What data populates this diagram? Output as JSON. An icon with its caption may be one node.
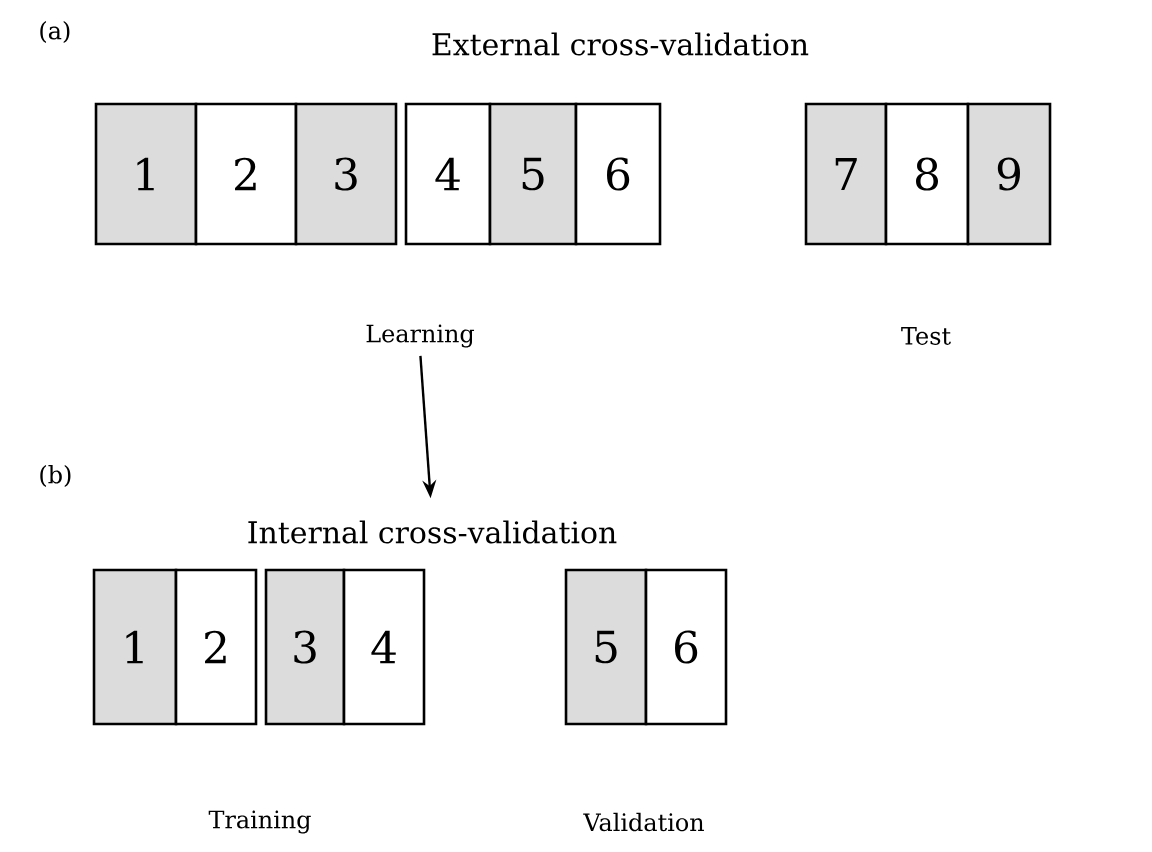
{
  "diagram": {
    "nodes": [
      {
        "text": [
          "1"
        ]
      },
      {
        "text": [
          "2"
        ]
      },
      {
        "text": [
          "3"
        ]
      },
      {
        "text": [
          "4"
        ]
      },
      {
        "text": [
          "5"
        ]
      },
      {
        "text": [
          "6"
        ]
      },
      {
        "text": [
          "7"
        ]
      },
      {
        "text": [
          "8"
        ]
      },
      {
        "text": [
          "9"
        ]
      },
      {
        "text": [
          "Learning"
        ]
      },
      {
        "text": [
          "Internal cross-validation"
        ]
      },
      {
        "text": [
          "1"
        ]
      },
      {
        "text": [
          "2"
        ]
      },
      {
        "text": [
          "3"
        ]
      },
      {
        "text": [
          "4"
        ]
      },
      {
        "text": [
          "5"
        ]
      },
      {
        "text": [
          "6"
        ]
      }
    ],
    "edges": [
      {
        "from": 9,
        "to": 10,
        "arrow": "to"
      }
    ],
    "labels": [
      "(a)",
      "External cross-validation",
      "Test",
      "(b)",
      "Training",
      "Validation"
    ]
  }
}
